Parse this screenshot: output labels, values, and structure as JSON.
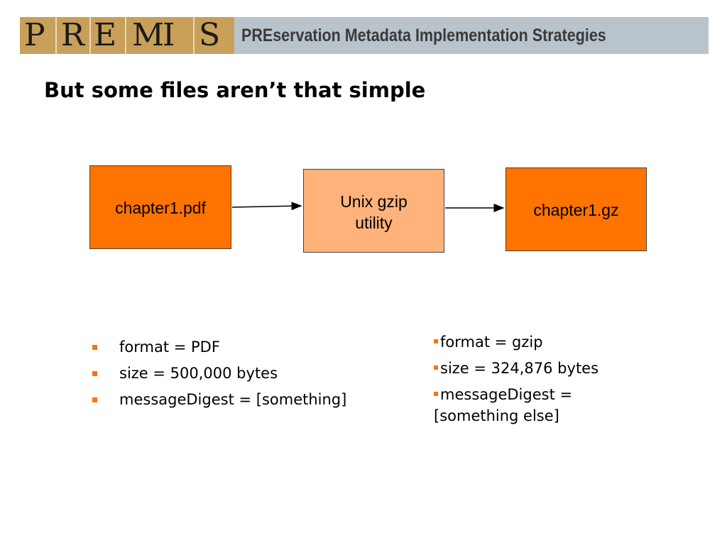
{
  "header": {
    "logo_letters": [
      "P",
      "R",
      "E",
      "MI",
      "S"
    ],
    "title": "PREservation Metadata Implementation Strategies",
    "colors": {
      "logo_bg": "#c8a05a",
      "banner_bg": "#b9c3cc"
    }
  },
  "slide": {
    "title": "But some files aren’t that simple"
  },
  "diagram": {
    "source_box": "chapter1.pdf",
    "process_box_line1": "Unix gzip",
    "process_box_line2": "utility",
    "output_box": "chapter1.gz",
    "colors": {
      "dark_box": "#ff7300",
      "light_box": "#ffb27a"
    }
  },
  "left_list": {
    "items": [
      "format = PDF",
      "size = 500,000 bytes",
      "messageDigest = [something]"
    ]
  },
  "right_list": {
    "items": [
      "format = gzip",
      "size = 324,876 bytes",
      "messageDigest = [something else]"
    ]
  },
  "bullet_color": "#ff7300"
}
